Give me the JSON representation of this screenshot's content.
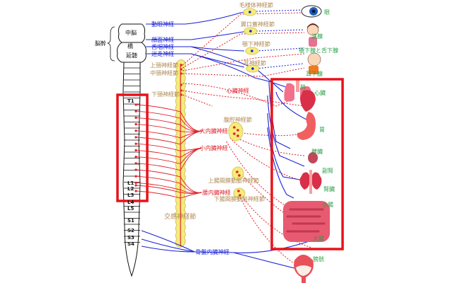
{
  "diagram": {
    "title": "自律神経系",
    "brainstem": {
      "label": "脳幹",
      "parts": [
        "中脳",
        "橋",
        "延髄"
      ]
    },
    "vertebrae": [
      "T1",
      "L1",
      "L2",
      "L3",
      "L4",
      "L5",
      "S1",
      "S2",
      "S3",
      "S4"
    ],
    "cranial_nerves": [
      "動眼神経",
      "顔面神経",
      "舌咽神経",
      "迷走神経"
    ],
    "head_ganglia": [
      "毛様体神経節",
      "翼口蓋神経節",
      "顎下神経節",
      "耳神経節"
    ],
    "cervical_ganglia": [
      "上頸神経節",
      "中頸神経節",
      "下頸神経節"
    ],
    "sympathetic_chain_label": "交感神経節",
    "cardiac_nerve": "心臓神経",
    "abdominal_ganglia": [
      "腹腔神経節",
      "上腸間膜動脈神経節",
      "下腸間膜動脈神経節"
    ],
    "splanchnic_nerves": [
      "大内臓神経",
      "小内臓神経",
      "腰内臓神経"
    ],
    "pelvic_nerve": "骨盤内臓神経",
    "head_organs": [
      "眼",
      "涙腺",
      "顎下腺と舌下腺",
      "耳下腺"
    ],
    "body_organs": [
      "肺",
      "心臓",
      "胃",
      "脾臓",
      "副腎",
      "腎臓",
      "小腸",
      "大腸",
      "膀胱"
    ],
    "colors": {
      "parasympathetic": "#1a22d8",
      "sympathetic": "#e0202a",
      "ganglion_fill": "#f6ec7a",
      "highlight_box": "#e8121a",
      "organ_label": "#2aa046",
      "ganglion_label": "#b08850"
    }
  }
}
